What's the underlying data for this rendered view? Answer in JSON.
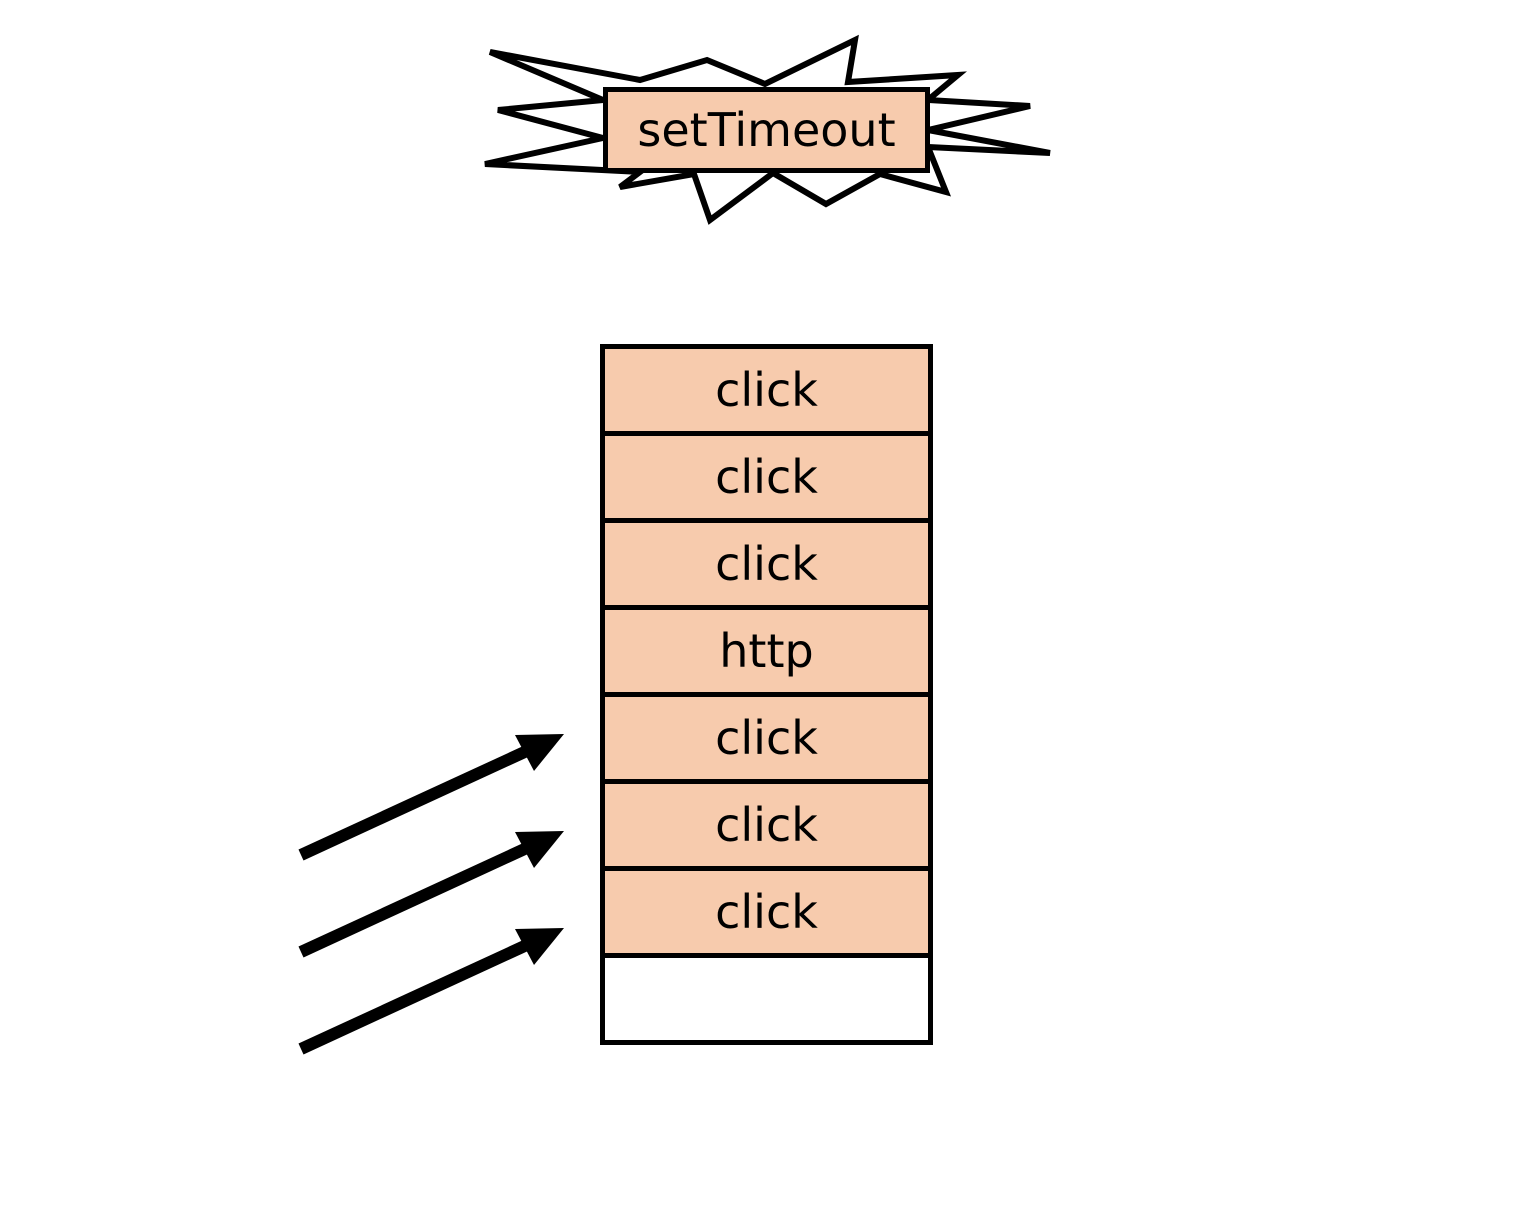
{
  "event_source": {
    "label": "setTimeout",
    "fill": "#f7cbad"
  },
  "queue": {
    "items": [
      {
        "label": "click"
      },
      {
        "label": "click"
      },
      {
        "label": "click"
      },
      {
        "label": "http"
      },
      {
        "label": "click"
      },
      {
        "label": "click"
      },
      {
        "label": "click"
      },
      {
        "label": ""
      }
    ],
    "fill": "#f7cbad",
    "empty_fill": "#ffffff"
  },
  "incoming_arrows": 3
}
